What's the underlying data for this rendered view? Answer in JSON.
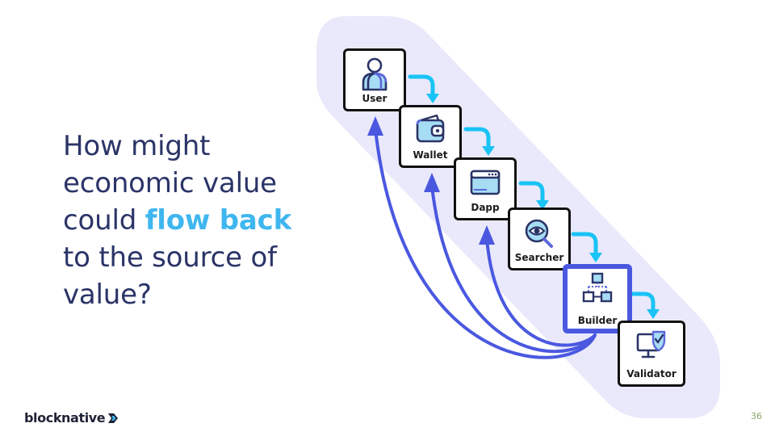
{
  "headline": {
    "line1": "How might",
    "line2": "economic value",
    "line3_pre": "could ",
    "line3_highlight": "flow back",
    "line4": "to the source of",
    "line5": "value?"
  },
  "nodes": [
    {
      "label": "User",
      "icon": "user-icon"
    },
    {
      "label": "Wallet",
      "icon": "wallet-icon"
    },
    {
      "label": "Dapp",
      "icon": "browser-window-icon"
    },
    {
      "label": "Searcher",
      "icon": "search-eye-icon"
    },
    {
      "label": "Builder",
      "icon": "block-diagram-icon",
      "active": true
    },
    {
      "label": "Validator",
      "icon": "monitor-check-icon"
    }
  ],
  "colors": {
    "title": "#2b3467",
    "highlight": "#3fb6ef",
    "flow_arrow": "#19c3f5",
    "return_arrow": "#4a58e0",
    "band": "#e9e9fb",
    "page_number": "#8aa66a"
  },
  "brand": {
    "name": "blocknative"
  },
  "page_number": "36"
}
